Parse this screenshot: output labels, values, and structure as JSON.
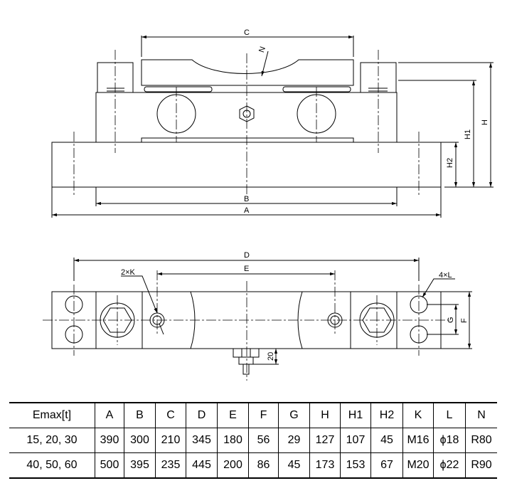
{
  "dimension_labels": {
    "C": "C",
    "N": "N",
    "H": "H",
    "H1": "H1",
    "H2": "H2",
    "B": "B",
    "A": "A",
    "D": "D",
    "E": "E",
    "K": "2×K",
    "L": "4×L",
    "G": "G",
    "F": "F",
    "dim20": "20"
  },
  "spec_table": {
    "headers": [
      "Emax[t]",
      "A",
      "B",
      "C",
      "D",
      "E",
      "F",
      "G",
      "H",
      "H1",
      "H2",
      "K",
      "L",
      "N"
    ],
    "rows": [
      [
        "15, 20, 30",
        "390",
        "300",
        "210",
        "345",
        "180",
        "56",
        "29",
        "127",
        "107",
        "45",
        "M16",
        "ϕ18",
        "R80"
      ],
      [
        "40, 50, 60",
        "500",
        "395",
        "235",
        "445",
        "200",
        "86",
        "45",
        "173",
        "153",
        "67",
        "M20",
        "ϕ22",
        "R90"
      ]
    ]
  }
}
